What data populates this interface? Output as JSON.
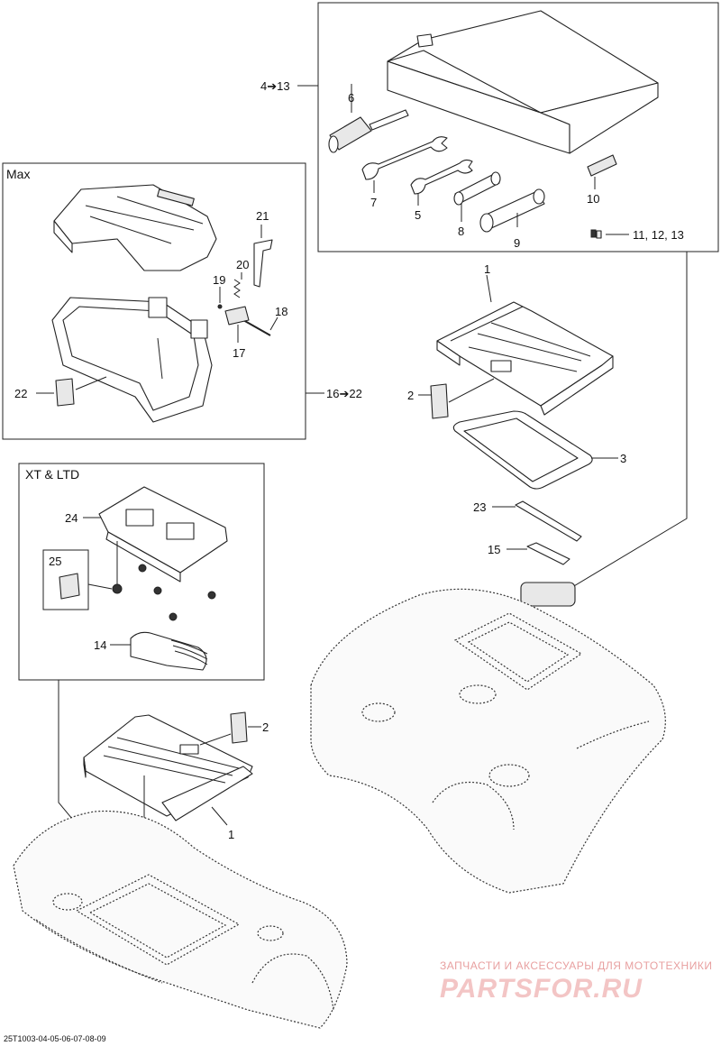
{
  "boxes": {
    "tools": {
      "range_label": "4➔13"
    },
    "max": {
      "title": "Max",
      "range_label": "16➔22"
    },
    "xt_ltd": {
      "title": "XT & LTD"
    }
  },
  "callouts": {
    "tools_6": "6",
    "tools_7": "7",
    "tools_5": "5",
    "tools_8": "8",
    "tools_9": "9",
    "tools_10": "10",
    "tools_11_13": "11, 12, 13",
    "max_21": "21",
    "max_20": "20",
    "max_19": "19",
    "max_18": "18",
    "max_17": "17",
    "max_22": "22",
    "rack_1_top": "1",
    "rack_2_top": "2",
    "seal_3": "3",
    "part_23": "23",
    "part_15": "15",
    "xt_24": "24",
    "xt_25": "25",
    "xt_14": "14",
    "rack_2_bottom": "2",
    "rack_1_bottom": "1"
  },
  "footer": {
    "drawing_code": "25T1003-04-05-06-07-08-09"
  },
  "watermark": {
    "tagline": "ЗАПЧАСТИ И АКСЕССУАРЫ ДЛЯ МОТОТЕХНИКИ",
    "brand": "PARTSFOR.RU"
  }
}
